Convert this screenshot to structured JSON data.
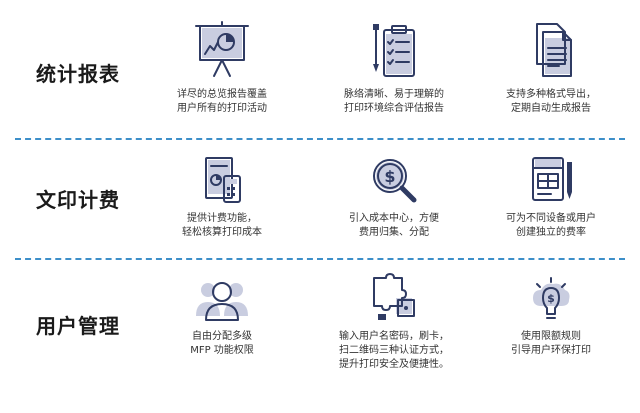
{
  "sections": [
    {
      "title": "统计报表",
      "features": [
        {
          "icon": "presentation-chart-icon",
          "lines": [
            "详尽的总览报告覆盖",
            "用户所有的打印活动"
          ]
        },
        {
          "icon": "clipboard-checklist-icon",
          "lines": [
            "脉络清晰、易于理解的",
            "打印环境综合评估报告"
          ]
        },
        {
          "icon": "documents-stack-icon",
          "lines": [
            "支持多种格式导出，",
            "定期自动生成报告"
          ]
        }
      ]
    },
    {
      "title": "文印计费",
      "features": [
        {
          "icon": "calculator-report-icon",
          "lines": [
            "提供计费功能，",
            "轻松核算打印成本"
          ]
        },
        {
          "icon": "dollar-magnifier-icon",
          "lines": [
            "引入成本中心，方便",
            "费用归集、分配"
          ]
        },
        {
          "icon": "form-pencil-icon",
          "lines": [
            "可为不同设备或用户",
            "创建独立的费率"
          ]
        }
      ]
    },
    {
      "title": "用户管理",
      "features": [
        {
          "icon": "user-group-icon",
          "lines": [
            "自由分配多级",
            "MFP 功能权限"
          ]
        },
        {
          "icon": "puzzle-icon",
          "lines": [
            "输入用户名密码，刷卡，",
            "扫二维码三种认证方式，",
            "提升打印安全及便捷性。"
          ]
        },
        {
          "icon": "lightbulb-dollar-icon",
          "lines": [
            "使用限额规则",
            "引导用户环保打印"
          ]
        }
      ]
    }
  ],
  "colors": {
    "divider": "#3d8fc9",
    "icon_ink": "#2f3b63",
    "icon_shade": "#c9cde0"
  }
}
